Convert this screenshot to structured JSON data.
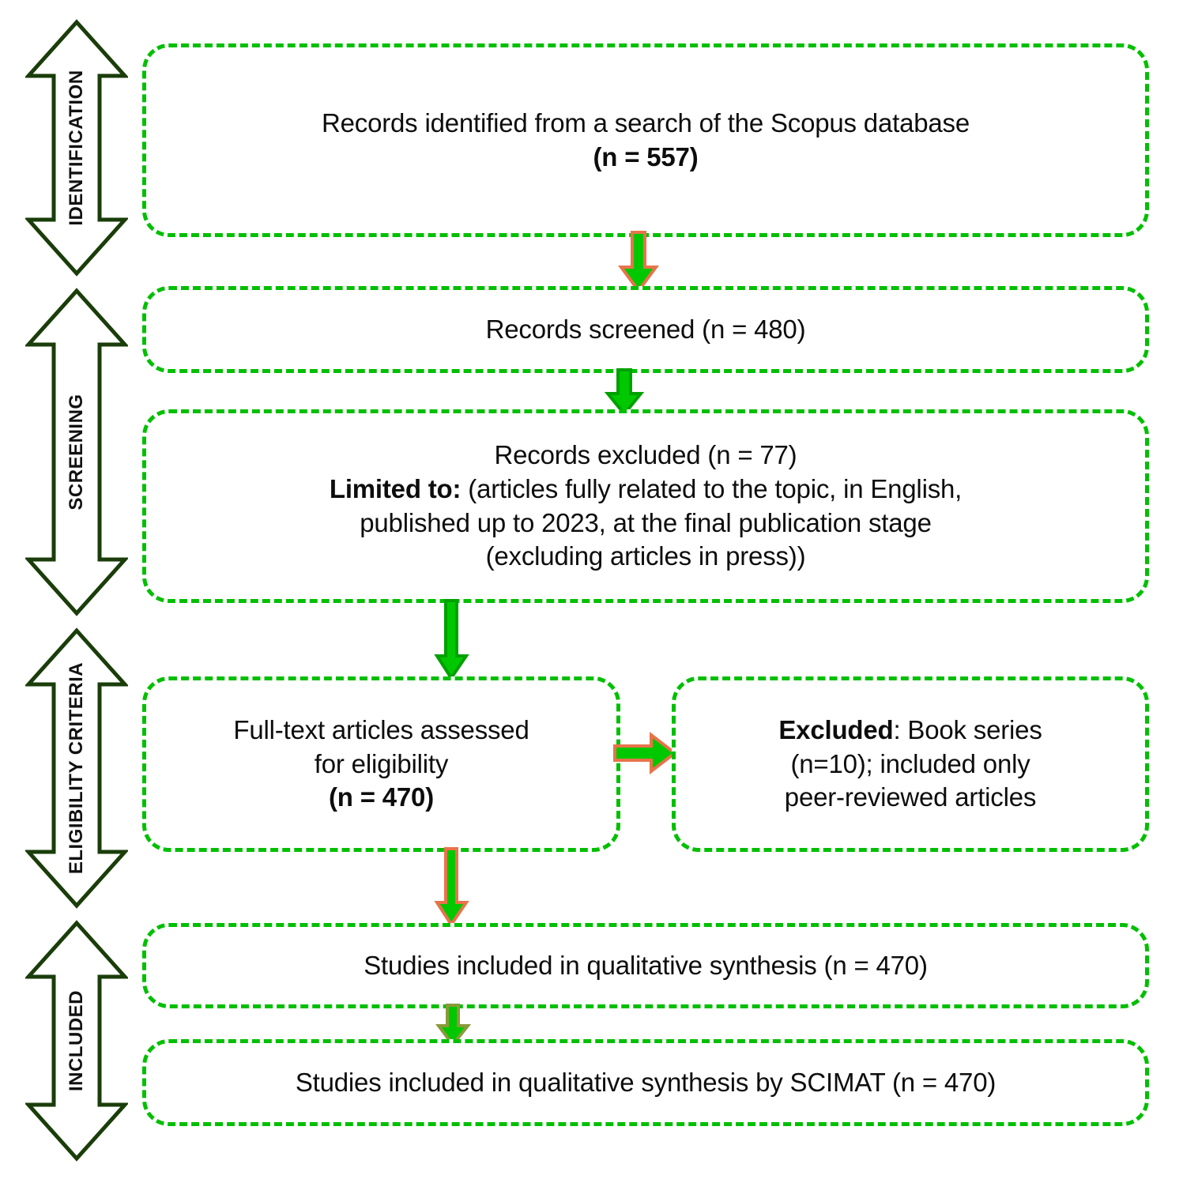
{
  "diagram": {
    "title": "PRISMA flow diagram",
    "colors": {
      "box_border": "#00bf00",
      "arrow_fill": "#00c800",
      "arrow_stroke": "#e8734a",
      "stage_outline": "#1a3d0a",
      "text": "#0d0d0d",
      "background": "#ffffff"
    },
    "stages": [
      {
        "id": "identification",
        "label": "IDENTIFICATION"
      },
      {
        "id": "screening",
        "label": "SCREENING"
      },
      {
        "id": "eligibility",
        "label": "ELIGIBILITY CRITERIA"
      },
      {
        "id": "included",
        "label": "INCLUDED"
      }
    ],
    "boxes": [
      {
        "id": "records-identified",
        "stage": "identification",
        "lines": [
          {
            "text": "Records identified from a search of the Scopus database",
            "bold": false
          },
          {
            "text": "(n = 557)",
            "bold": true
          }
        ],
        "n": 557
      },
      {
        "id": "records-screened",
        "stage": "screening",
        "lines": [
          {
            "text": "Records screened (n = 480)",
            "bold": false
          }
        ],
        "n": 480
      },
      {
        "id": "records-excluded",
        "stage": "screening",
        "lines": [
          {
            "text": "Records excluded (n = 77)",
            "bold": false
          },
          {
            "text": "Limited to:",
            "bold": true,
            "suffix": " (articles fully related to the topic, in English,"
          },
          {
            "text": "published up to 2023, at the final publication stage",
            "bold": false
          },
          {
            "text": "(excluding articles in press))",
            "bold": false
          }
        ],
        "n": 77
      },
      {
        "id": "full-text-assessed",
        "stage": "eligibility",
        "lines": [
          {
            "text": "Full-text articles assessed",
            "bold": false
          },
          {
            "text": "for eligibility",
            "bold": false
          },
          {
            "text": "(n = 470)",
            "bold": true
          }
        ],
        "n": 470
      },
      {
        "id": "excluded-book-series",
        "stage": "eligibility",
        "lines": [
          {
            "text": "Excluded",
            "bold": true,
            "suffix": ": Book series"
          },
          {
            "text": "(n=10); included only",
            "bold": false
          },
          {
            "text": "peer-reviewed articles",
            "bold": false
          }
        ],
        "n": 10
      },
      {
        "id": "studies-qualitative",
        "stage": "included",
        "lines": [
          {
            "text": "Studies included in qualitative synthesis (n = 470)",
            "bold": false
          }
        ],
        "n": 470
      },
      {
        "id": "studies-scimat",
        "stage": "included",
        "lines": [
          {
            "text": "Studies included in qualitative synthesis by SCIMAT (n = 470)",
            "bold": false
          }
        ],
        "n": 470
      }
    ],
    "text": {
      "box1_line1": "Records identified from a search of the Scopus database",
      "box1_line2": "(n = 557)",
      "box2_line1": "Records screened (n = 480)",
      "box3_line1": "Records excluded (n = 77)",
      "box3_line2_bold": "Limited to:",
      "box3_line2_rest": " (articles fully related to the topic, in English,",
      "box3_line3": "published up to 2023, at the final publication stage",
      "box3_line4": "(excluding articles in press))",
      "box4_line1": "Full-text articles assessed",
      "box4_line2": "for eligibility",
      "box4_line3": "(n = 470)",
      "box5_line1_bold": "Excluded",
      "box5_line1_rest": ": Book series",
      "box5_line2": "(n=10); included only",
      "box5_line3": "peer-reviewed articles",
      "box6_line1": "Studies included in qualitative synthesis (n = 470)",
      "box7_line1": "Studies included in qualitative synthesis by SCIMAT (n = 470)"
    },
    "connectors": [
      {
        "id": "identified-to-screened",
        "direction": "down"
      },
      {
        "id": "screened-to-excluded",
        "direction": "down"
      },
      {
        "id": "excluded-to-fulltext",
        "direction": "down"
      },
      {
        "id": "fulltext-to-excluded-book",
        "direction": "right"
      },
      {
        "id": "fulltext-to-qualitative",
        "direction": "down"
      },
      {
        "id": "qualitative-to-scimat",
        "direction": "down"
      }
    ]
  }
}
